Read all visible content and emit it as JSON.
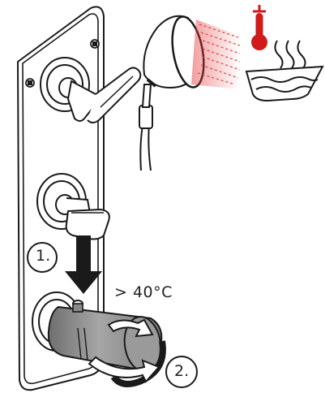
{
  "steps": {
    "step1": "1.",
    "step2": "2."
  },
  "temperature_label": "> 40°C",
  "icons": {
    "thermometer": "thermometer-icon",
    "hot_water": "hot-water-bowl-icon"
  },
  "colors": {
    "outline": "#1a1a1a",
    "thermometer_red": "#d11a1a",
    "heat_glow": "#e23a3a",
    "knob_grey": "#8a8a8a"
  }
}
